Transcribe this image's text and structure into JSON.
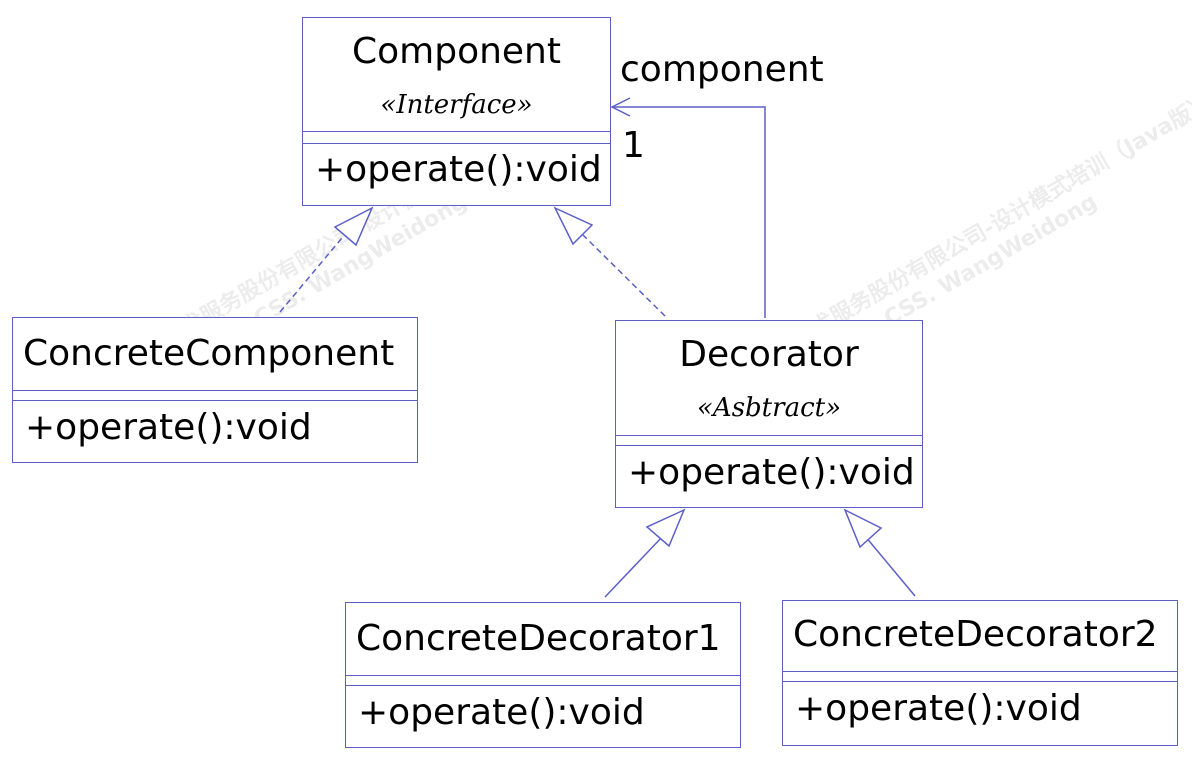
{
  "diagram": {
    "line_color": "#5b5fc7",
    "association": {
      "role": "component",
      "multiplicity": "1"
    },
    "classes": {
      "component": {
        "name": "Component",
        "stereotype": "«Interface»",
        "method": "+operate():void"
      },
      "concrete_component": {
        "name": "ConcreteComponent",
        "method": "+operate():void"
      },
      "decorator": {
        "name": "Decorator",
        "stereotype": "«Asbtract»",
        "method": "+operate():void"
      },
      "concrete_decorator1": {
        "name": "ConcreteDecorator1",
        "method": "+operate():void"
      },
      "concrete_decorator2": {
        "name": "ConcreteDecorator2",
        "method": "+operate():void"
      }
    }
  },
  "watermark": {
    "company": "中国软件与技术服务股份有限公司-设计模式培训（Java版）",
    "author": "CSS. WangWeidong"
  }
}
